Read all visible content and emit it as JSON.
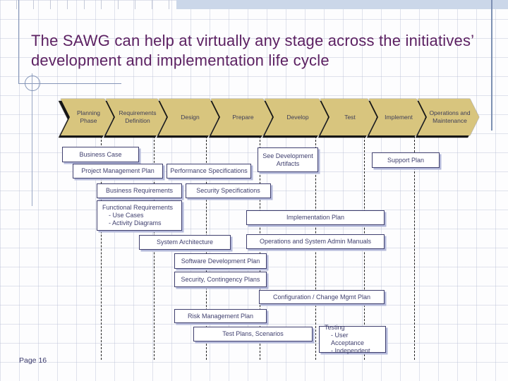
{
  "slide": {
    "title": "The SAWG can help at virtually any stage across the initiatives’ development and implementation life cycle",
    "page_label": "Page 16"
  },
  "phases": [
    "Planning Phase",
    "Requirements Definition",
    "Design",
    "Prepare",
    "Develop",
    "Test",
    "Implement",
    "Operations and Maintenance"
  ],
  "artifacts": {
    "business_case": "Business Case",
    "project_management_plan": "Project Management Plan",
    "performance_specifications": "Performance Specifications",
    "see_development_artifacts": "See Development Artifacts",
    "support_plan": "Support Plan",
    "business_requirements": "Business Requirements",
    "security_specifications": "Security Specifications",
    "functional_requirements": {
      "title": "Functional Requirements",
      "items": [
        "- Use Cases",
        "- Activity Diagrams"
      ]
    },
    "implementation_plan": "Implementation Plan",
    "system_architecture": "System Architecture",
    "operations_manuals": "Operations and System Admin Manuals",
    "software_development_plan": "Software Development Plan",
    "security_contingency_plans": "Security, Contingency Plans",
    "configuration_change_plan": "Configuration / Change Mgmt Plan",
    "risk_management_plan": "Risk Management Plan",
    "test_plans_scenarios": "Test Plans, Scenarios",
    "testing": {
      "title": "Testing",
      "items": [
        "- User Acceptance",
        "- Independent"
      ]
    }
  },
  "colors": {
    "chevron_fill": "#d8c57e",
    "box_border": "#3f3f6e",
    "box_shadow": "#b4b9da",
    "title_text": "#5c2162",
    "top_band": "#cbd7e9",
    "ornament_line": "#8596b8"
  }
}
